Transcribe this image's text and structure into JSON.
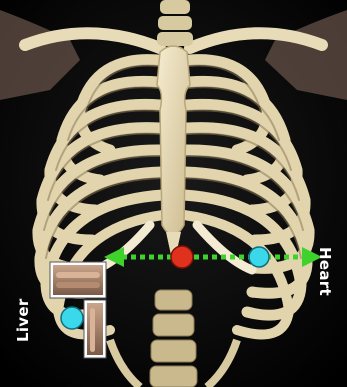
{
  "labels": {
    "liver": "Liver",
    "heart": "Heart"
  },
  "colors": {
    "background": "#000000",
    "bone": "#e8dcb8",
    "bone_shadow": "#8c7a56",
    "cartilage": "#f3ecd2",
    "arrow": "#3fd12c",
    "marker_center": "#e0301e",
    "marker_side": "#3ad8ea"
  },
  "markers": [
    {
      "name": "center-point",
      "color": "marker_center"
    },
    {
      "name": "heart-point",
      "color": "marker_side"
    },
    {
      "name": "liver-point",
      "color": "marker_side"
    }
  ]
}
